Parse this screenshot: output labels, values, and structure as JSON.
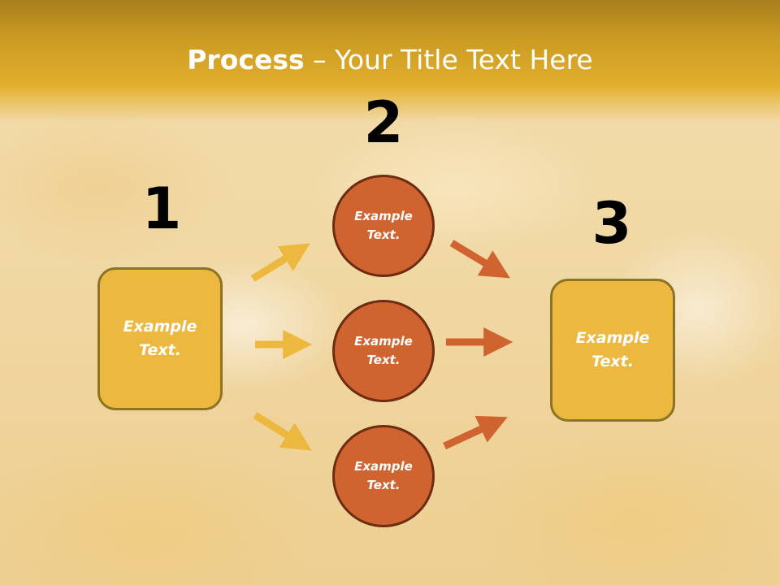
{
  "slide": {
    "title_bold": "Process",
    "title_rest": " – Your Title Text Here"
  },
  "steps": [
    {
      "number": "1"
    },
    {
      "number": "2"
    },
    {
      "number": "3"
    }
  ],
  "nodes": {
    "left_box": "Example\nText.",
    "circle_top": "Example\nText.",
    "circle_middle": "Example\nText.",
    "circle_bottom": "Example\nText.",
    "right_box": "Example\nText."
  },
  "colors": {
    "header": "#e2ae2c",
    "box_fill": "#ecb840",
    "box_border": "#8b7425",
    "circle_fill": "#d06431",
    "circle_border": "#6b2c12",
    "arrow_yellow": "#ecb840",
    "arrow_orange": "#d06431"
  }
}
